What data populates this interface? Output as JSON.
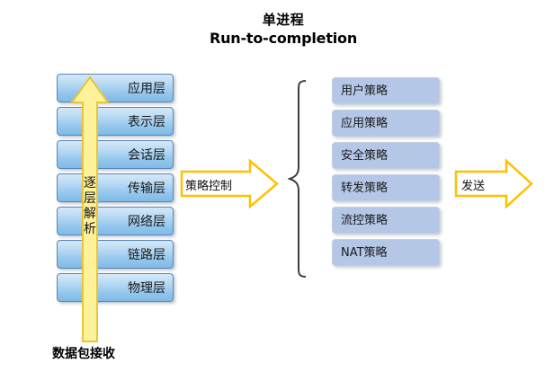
{
  "diagram": {
    "background_color": "#ffffff",
    "title": {
      "line_cn": "单进程",
      "line_en": "Run-to-completion"
    },
    "left_stack": {
      "name": "OSI protocol layer stack",
      "box_fill_top": "#d5e8f8",
      "box_fill_bottom": "#7fbbe8",
      "box_border": "#5a87b8",
      "layers": [
        {
          "label": "应用层"
        },
        {
          "label": "表示层"
        },
        {
          "label": "会话层"
        },
        {
          "label": "传输层"
        },
        {
          "label": "网络层"
        },
        {
          "label": "链路层"
        },
        {
          "label": "物理层"
        }
      ]
    },
    "up_arrow": {
      "label_chars": [
        "逐",
        "层",
        "解",
        "析"
      ],
      "fill": "#fdf29a",
      "stroke": "#e8c53a",
      "direction": "up"
    },
    "bottom_caption": "数据包接收",
    "arrows": [
      {
        "key": "policy_control",
        "label": "策略控制",
        "fill": "#ffffff",
        "stroke": "#ffc000",
        "direction": "right"
      },
      {
        "key": "send",
        "label": "发送",
        "fill": "#ffffff",
        "stroke": "#ffc000",
        "direction": "right"
      }
    ],
    "brace": {
      "orientation": "left-brace",
      "stroke": "#3f3f3f"
    },
    "right_stack": {
      "name": "policy list",
      "box_fill": "#b4c7e7",
      "box_border": "#c3cfe0",
      "policies": [
        {
          "label": "用户策略"
        },
        {
          "label": "应用策略"
        },
        {
          "label": "安全策略"
        },
        {
          "label": "转发策略"
        },
        {
          "label": "流控策略"
        },
        {
          "label": "NAT策略"
        }
      ]
    }
  }
}
